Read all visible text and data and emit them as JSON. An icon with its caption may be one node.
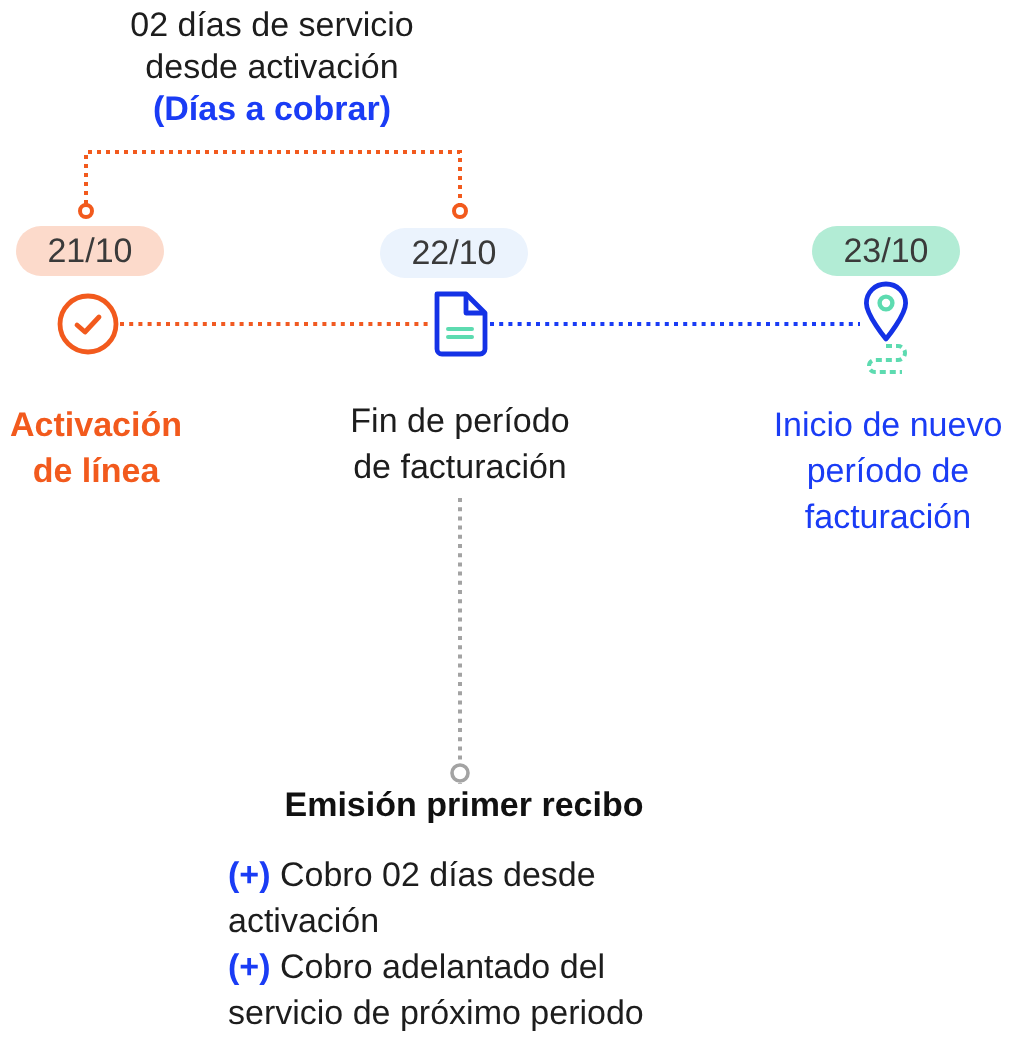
{
  "diagram": {
    "nodes": [
      {
        "text": [
          "21/10"
        ]
      },
      {
        "text": [
          "22/10"
        ]
      },
      {
        "text": [
          "23/10"
        ]
      },
      {
        "text": [],
        "shape": "circle",
        "beside": [
          "Activación de línea"
        ]
      },
      {
        "text": [],
        "shape": "picture"
      },
      {
        "text": [],
        "shape": "picture",
        "beside": [
          "Inicio de nuevo período de facturación"
        ]
      },
      {
        "text": [
          "Fin de período de facturación"
        ]
      },
      {
        "text": [
          "Emisión primer recibo",
          "**(+)** Cobro 02 días desde activación",
          "**(+)** Cobro adelantado del servicio de próximo periodo"
        ]
      }
    ],
    "edges": [
      {
        "from": 3,
        "to": 4,
        "arrow": "none",
        "style": "dashed",
        "color": "#f15a22"
      },
      {
        "from": 4,
        "to": 5,
        "arrow": "none",
        "style": "dashed",
        "color": "#1a3cf5"
      },
      {
        "from": 6,
        "to": 7,
        "arrow": "other",
        "style": "dashed",
        "color": "#a3a3a3"
      }
    ],
    "labels": [
      "02 días de servicio desde activación **(Días a cobrar)**"
    ]
  }
}
